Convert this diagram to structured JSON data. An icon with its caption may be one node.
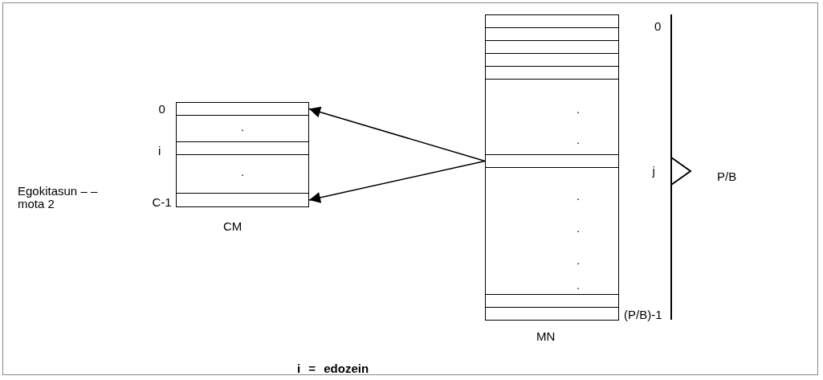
{
  "diagram": {
    "caption": "i = edozein",
    "nodes": [
      {
        "text": [
          "CM"
        ]
      },
      {
        "text": [],
        "shape": "box",
        "in": 0,
        "beside": [
          "0"
        ]
      },
      {
        "text": [],
        "shape": "box",
        "in": 0,
        "beside": [
          "C-1"
        ]
      },
      {
        "text": [
          "MN"
        ]
      },
      {
        "text": [],
        "shape": "box",
        "in": 3,
        "beside": [
          "j"
        ]
      }
    ],
    "edges": [
      {
        "from": 4,
        "to": 1,
        "arrow": "to"
      },
      {
        "from": 4,
        "to": 2,
        "arrow": "to"
      }
    ],
    "labels": [
      "0",
      ".",
      ".",
      "i",
      ".",
      ".",
      ".",
      ".",
      ".",
      ".",
      "Egokitasun – –mota 2",
      "P/B",
      "(P/B)-1"
    ]
  }
}
